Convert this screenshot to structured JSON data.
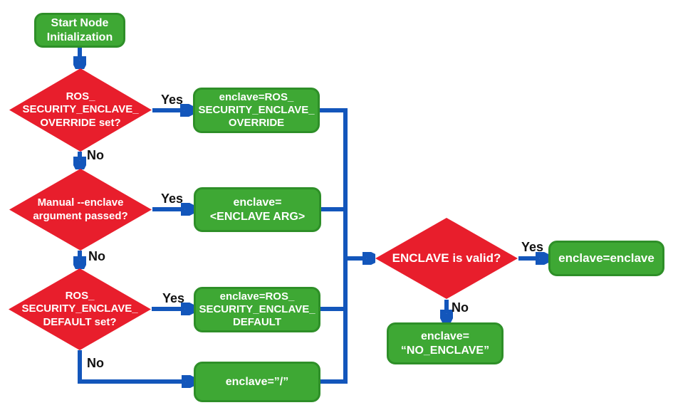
{
  "colors": {
    "green_fill": "#3ea834",
    "green_border": "#2e8f28",
    "red_fill": "#e81e2c",
    "blue_line": "#1356bb",
    "node_text": "#ffffff",
    "label_text": "#111111",
    "background": "#ffffff"
  },
  "nodes": {
    "start": {
      "type": "terminal",
      "label": "Start Node\nInitialization"
    },
    "override_check": {
      "type": "decision",
      "label": "ROS_\nSECURITY_ENCLAVE_\nOVERRIDE set?"
    },
    "override_result": {
      "type": "process",
      "label": "enclave=ROS_\nSECURITY_ENCLAVE_\nOVERRIDE"
    },
    "manual_check": {
      "type": "decision",
      "label": "Manual --enclave\nargument passed?"
    },
    "manual_result": {
      "type": "process",
      "label": "enclave=\n<ENCLAVE ARG>"
    },
    "default_check": {
      "type": "decision",
      "label": "ROS_\nSECURITY_ENCLAVE_\nDEFAULT set?"
    },
    "default_result": {
      "type": "process",
      "label": "enclave=ROS_\nSECURITY_ENCLAVE_\nDEFAULT"
    },
    "root_result": {
      "type": "process",
      "label": "enclave=”/”"
    },
    "valid_check": {
      "type": "decision",
      "label": "ENCLAVE is valid?"
    },
    "valid_result": {
      "type": "process",
      "label": "enclave=enclave"
    },
    "invalid_result": {
      "type": "process",
      "label": "enclave=\n“NO_ENCLAVE”"
    }
  },
  "edge_labels": {
    "override_yes": "Yes",
    "override_no": "No",
    "manual_yes": "Yes",
    "manual_no": "No",
    "default_yes": "Yes",
    "default_no": "No",
    "valid_yes": "Yes",
    "valid_no": "No"
  }
}
